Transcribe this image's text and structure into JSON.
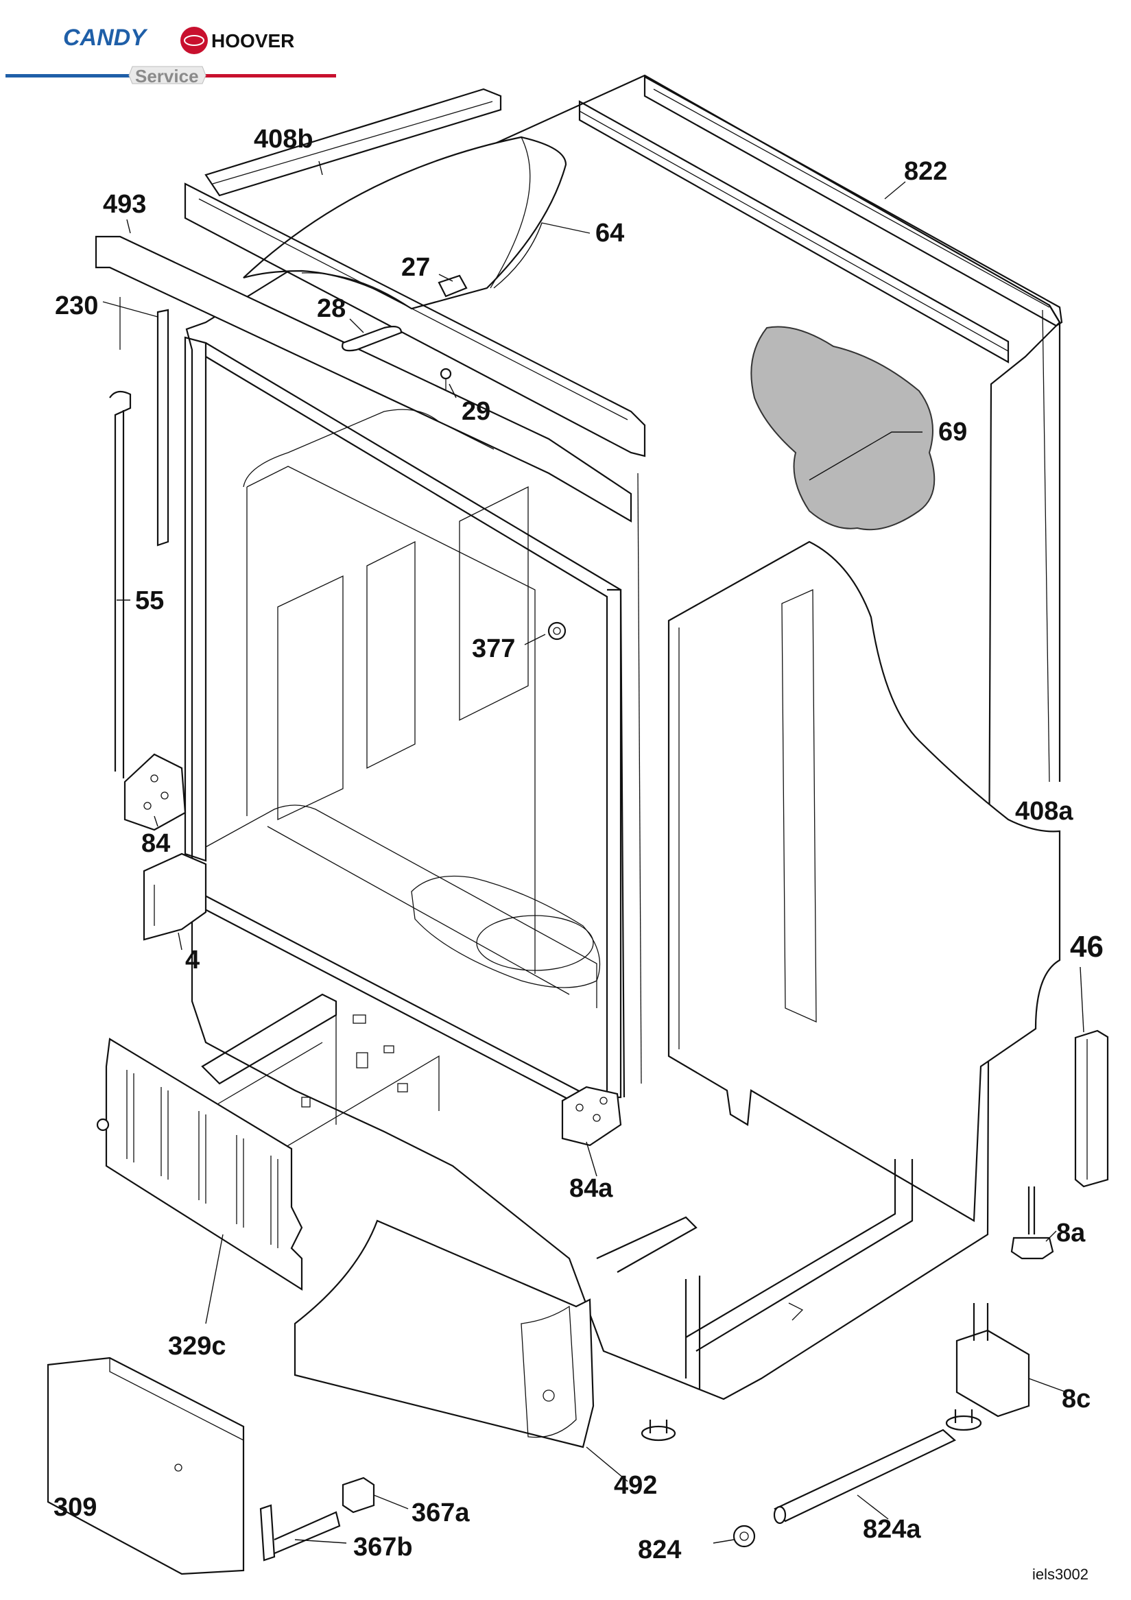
{
  "header": {
    "brand_left": "CANDY",
    "brand_right": "HOOVER",
    "service_label": "Service"
  },
  "callouts": [
    "408b",
    "822",
    "493",
    "64",
    "27",
    "230",
    "28",
    "29",
    "69",
    "55",
    "377",
    "84",
    "408a",
    "4",
    "46",
    "84a",
    "8a",
    "329c",
    "8c",
    "309",
    "492",
    "367a",
    "367b",
    "824a",
    "824"
  ],
  "drawing_code": "iels3002"
}
